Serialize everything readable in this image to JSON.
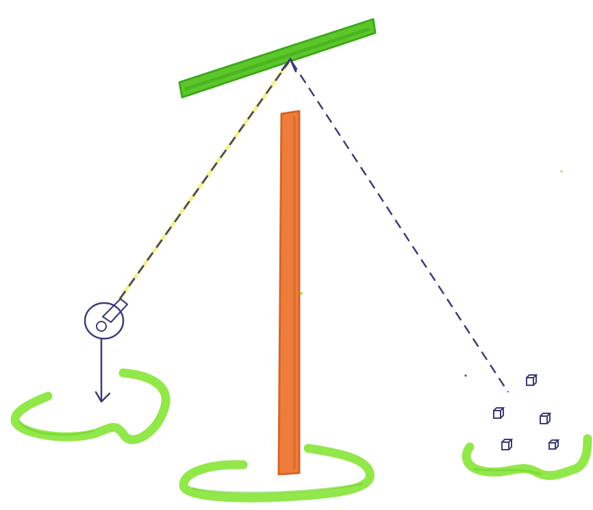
{
  "diagram": {
    "elements": [
      "mirror-bar",
      "vertical-wall",
      "observer-figure",
      "light-ray-from-eye",
      "dashed-ray-to-objects",
      "small-cubes",
      "ground-patches"
    ]
  },
  "colors": {
    "mirror_green": "#5cc72a",
    "mirror_dark": "#3fa81c",
    "ground_green": "#92e84a",
    "ground_dark": "#6fd22f",
    "wall_orange": "#ee7d3c",
    "wall_dark": "#d7642a",
    "ink_navy": "#3a3a78",
    "ray_yellow": "#f3f18a",
    "background": "#ffffff"
  }
}
